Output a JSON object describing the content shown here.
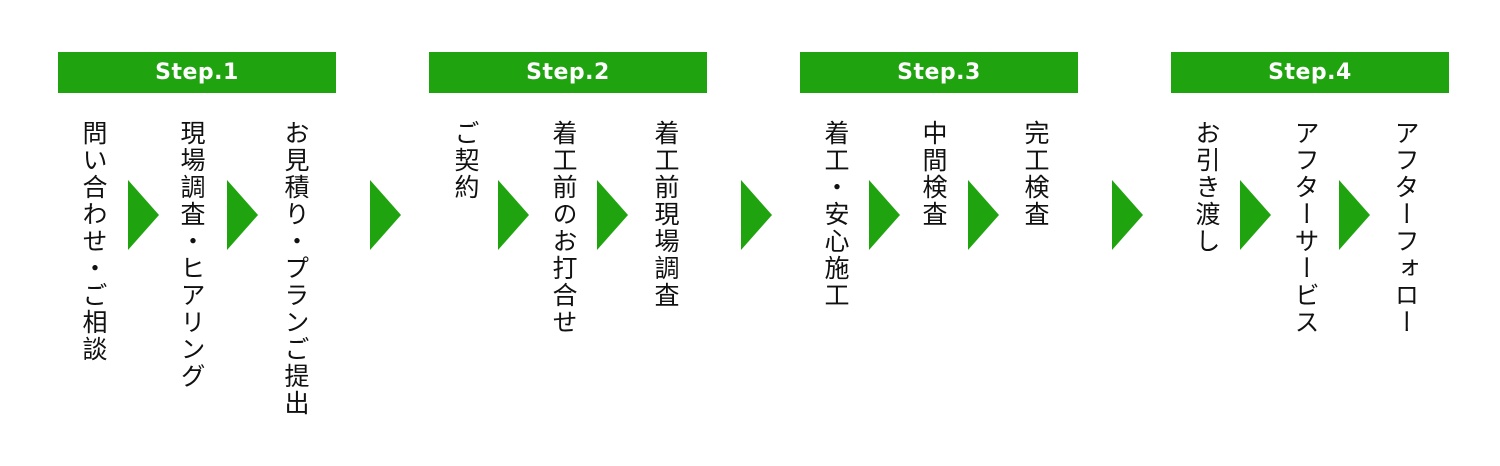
{
  "colors": {
    "accent": "#1fa30f",
    "header_text": "#ffffff",
    "body_text": "#111111"
  },
  "steps": [
    {
      "label": "Step.1",
      "items": [
        "問い合わせ・ご相談",
        "現場調査・ヒアリング",
        "お見積り・プランご提出"
      ]
    },
    {
      "label": "Step.2",
      "items": [
        "ご契約",
        "着工前のお打合せ",
        "着工前現場調査"
      ]
    },
    {
      "label": "Step.3",
      "items": [
        "着工・安心施工",
        "中間検査",
        "完工検査"
      ]
    },
    {
      "label": "Step.4",
      "items": [
        "お引き渡し",
        "アフターサービス",
        "アフターフォロー"
      ]
    }
  ]
}
